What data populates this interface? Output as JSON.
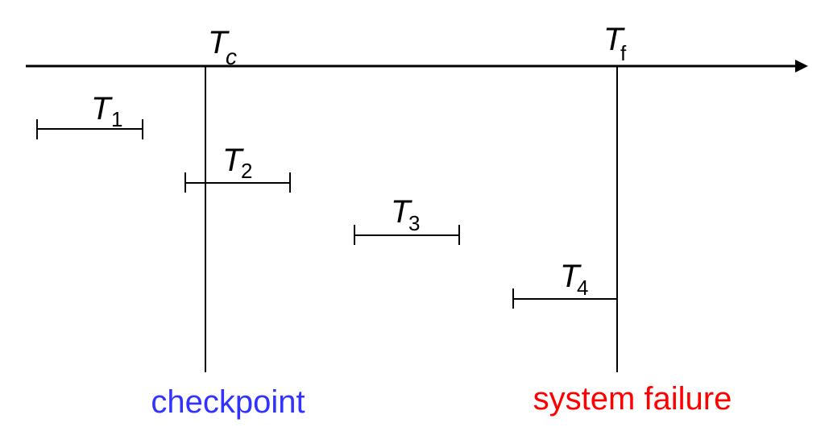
{
  "markers": {
    "checkpoint": {
      "label": "T",
      "sub": "c",
      "caption": "checkpoint"
    },
    "failure": {
      "label": "T",
      "sub": "f",
      "caption": "system failure"
    }
  },
  "transactions": [
    {
      "label": "T",
      "sub": "1"
    },
    {
      "label": "T",
      "sub": "2"
    },
    {
      "label": "T",
      "sub": "3"
    },
    {
      "label": "T",
      "sub": "4"
    }
  ],
  "colors": {
    "line": "#000000",
    "checkpoint_caption": "#3333ff",
    "failure_caption": "#ff0000"
  }
}
